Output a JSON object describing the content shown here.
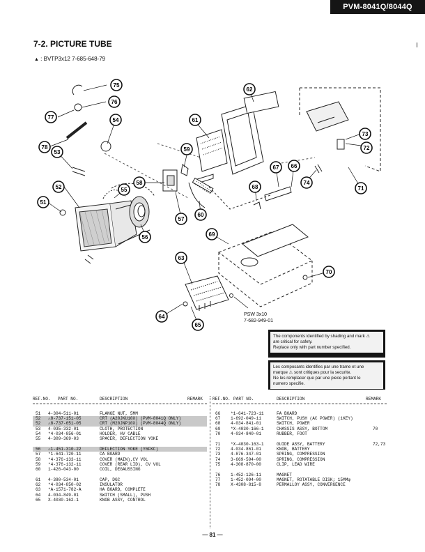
{
  "model": "PVM-8041Q/8044Q",
  "section_title": "7-2.  PICTURE TUBE",
  "ref_note": ": BVTP3x12   7-685-648-79",
  "screw_label": {
    "line1": "PSW 3x10",
    "line2": "7-682-949-01"
  },
  "notice_en": {
    "line1": "The components identified by shading and mark ⚠",
    "line2": "are critical for safety.",
    "line3": "Replace only with part number specified."
  },
  "notice_fr": {
    "line1": "Les composants identifies par une trame et une",
    "line2": "marque ⚠ sont critiques pour la securite.",
    "line3": "Ne les remplacer que par une piece portant le",
    "line4": "numero specifie."
  },
  "callouts": [
    "51",
    "52",
    "53",
    "54",
    "55",
    "56",
    "57",
    "58",
    "59",
    "60",
    "61",
    "62",
    "63",
    "64",
    "65",
    "66",
    "67",
    "68",
    "69",
    "70",
    "71",
    "72",
    "73",
    "74",
    "75",
    "76",
    "77",
    "78"
  ],
  "table_headers": {
    "ref": "REF.NO.",
    "part": "PART NO.",
    "desc": "DESCRIPTION",
    "remark": "REMARK"
  },
  "parts_left": [
    {
      "ref": "51",
      "part": "4-304-511-01",
      "desc": "FLANGE NUT, 5MM",
      "remark": "",
      "shaded": false
    },
    {
      "ref": "52",
      "part": "⚠8-737-151-05",
      "desc": "CRT (A20JKU10X)   (PVM-8041Q ONLY)",
      "remark": "",
      "shaded": true
    },
    {
      "ref": "52",
      "part": "⚠8-737-651-05",
      "desc": "CRT (M20JNP10X)   (PVM-8044Q ONLY)",
      "remark": "",
      "shaded": true
    },
    {
      "ref": "53",
      "part": "4-035-332-01",
      "desc": "CLOTH, PROTECTION",
      "remark": "",
      "shaded": false
    },
    {
      "ref": "54",
      "part": "*4-034-856-01",
      "desc": "HOLDER, HV CABLE",
      "remark": "",
      "shaded": false
    },
    {
      "ref": "55",
      "part": "4-309-369-03",
      "desc": "SPACER, DEFLECTION YOKE",
      "remark": "",
      "shaded": false
    },
    {
      "gap": true
    },
    {
      "ref": "56",
      "part": "⚠1-451-310-22",
      "desc": "DEFLECTION YOKE (Y6FKC)",
      "remark": "",
      "shaded": true
    },
    {
      "ref": "57",
      "part": "*1-641-720-11",
      "desc": "CA BOARD",
      "remark": "",
      "shaded": false
    },
    {
      "ref": "58",
      "part": "*4-376-133-11",
      "desc": "COVER (MAIN),CV VOL",
      "remark": "",
      "shaded": false
    },
    {
      "ref": "59",
      "part": "*4-376-132-11",
      "desc": "COVER (REAR LID), CV VOL",
      "remark": "",
      "shaded": false
    },
    {
      "ref": "60",
      "part": "1-426-043-00",
      "desc": "COIL, DEGAUSSING",
      "remark": "",
      "shaded": false
    },
    {
      "gap": true
    },
    {
      "ref": "61",
      "part": "4-380-534-01",
      "desc": "CAP, DGC",
      "remark": "",
      "shaded": false
    },
    {
      "ref": "62",
      "part": "*4-034-850-02",
      "desc": "INSULATOR",
      "remark": "",
      "shaded": false
    },
    {
      "ref": "63",
      "part": "*A-1571-782-A",
      "desc": "HA BOARD, COMPLETE",
      "remark": "",
      "shaded": false
    },
    {
      "ref": "64",
      "part": "4-034-849-01",
      "desc": "SWITCH (SMALL), PUSH",
      "remark": "",
      "shaded": false
    },
    {
      "ref": "65",
      "part": "X-4030-162-1",
      "desc": "KNOB ASSY, CONTROL",
      "remark": "",
      "shaded": false
    }
  ],
  "parts_right": [
    {
      "ref": "66",
      "part": "*1-641-723-11",
      "desc": "FA BOARD",
      "remark": ""
    },
    {
      "ref": "67",
      "part": "1-692-049-11",
      "desc": "SWITCH, PUSH (AC POWER) (1KEY)",
      "remark": ""
    },
    {
      "ref": "68",
      "part": "4-034-841-01",
      "desc": "SWITCH, POWER",
      "remark": ""
    },
    {
      "ref": "69",
      "part": "*X-4030-166-1",
      "desc": "CHASSIS ASSY, BOTTOM",
      "remark": "70"
    },
    {
      "ref": "70",
      "part": "4-034-840-01",
      "desc": "RUBBER, FOOT",
      "remark": ""
    },
    {
      "gap": true
    },
    {
      "ref": "71",
      "part": "*X-4030-163-1",
      "desc": "GUIDE ASSY, BATTERY",
      "remark": "72,73"
    },
    {
      "ref": "72",
      "part": "4-034-861-01",
      "desc": "KNOB, BATTERY",
      "remark": ""
    },
    {
      "ref": "73",
      "part": "4-876-347-01",
      "desc": "SPRING, COMPRESSION",
      "remark": ""
    },
    {
      "ref": "74",
      "part": "3-669-594-00",
      "desc": "SPRING, COMPRESSION",
      "remark": ""
    },
    {
      "ref": "75",
      "part": "4-308-870-00",
      "desc": "CLIP, LEAD WIRE",
      "remark": ""
    },
    {
      "gap": true
    },
    {
      "ref": "76",
      "part": "1-452-126-11",
      "desc": "MAGNET",
      "remark": ""
    },
    {
      "ref": "77",
      "part": "1-452-094-00",
      "desc": "MAGNET, ROTATABLE DISK; 15MMφ",
      "remark": ""
    },
    {
      "ref": "78",
      "part": "X-4308-815-8",
      "desc": "PERMALLOY ASSY, CONVERGENCE",
      "remark": ""
    }
  ],
  "page_number": "— 81 —"
}
